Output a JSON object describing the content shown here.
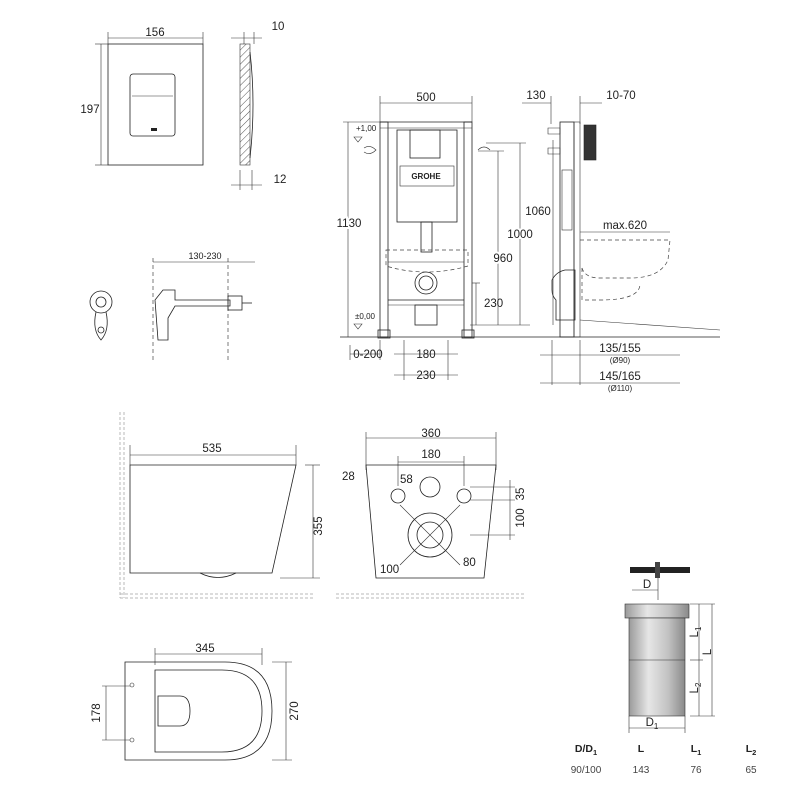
{
  "flush_plate": {
    "width_label": "156",
    "height_label": "197",
    "thickness_label": "10",
    "depth_label": "12"
  },
  "connector": {
    "range_label": "130-230"
  },
  "frame_front": {
    "width_label": "500",
    "level_top_label": "+1,00",
    "level_bottom_label": "±0,00",
    "height_label": "1130",
    "h1000_label": "1000",
    "h960_label": "960",
    "h230_label": "230",
    "range_label": "0-200",
    "w180_label": "180",
    "w230_label": "230",
    "brand_label": "GROHE"
  },
  "frame_side": {
    "depth_label": "130",
    "range_label": "10-70",
    "height_label": "1060",
    "max_label": "max.620",
    "d1_label": "135/155",
    "d1_sub_label": "(Ø90)",
    "d2_label": "145/165",
    "d2_sub_label": "(Ø110)"
  },
  "bowl_side": {
    "length_label": "535",
    "height_label": "355"
  },
  "bowl_back": {
    "width_label": "360",
    "spacing_label": "180",
    "hole_label": "28",
    "diameter_label": "58",
    "v35_label": "35",
    "v100_label": "100",
    "outlet_label": "100",
    "outlet2_label": "80"
  },
  "bowl_top": {
    "length_label": "345",
    "seat_label": "178",
    "width_label": "270"
  },
  "pipe": {
    "d_label": "D",
    "d1_label": "D",
    "d1_sub": "1",
    "l_label": "L",
    "l1_label": "L",
    "l1_sub": "1",
    "l2_label": "L",
    "l2_sub": "2"
  },
  "table": {
    "headers": [
      {
        "text": "D/D",
        "sub": "1"
      },
      {
        "text": "L",
        "sub": ""
      },
      {
        "text": "L",
        "sub": "1"
      },
      {
        "text": "L",
        "sub": "2"
      }
    ],
    "rows": [
      [
        "90/100",
        "143",
        "76",
        "65"
      ]
    ]
  }
}
